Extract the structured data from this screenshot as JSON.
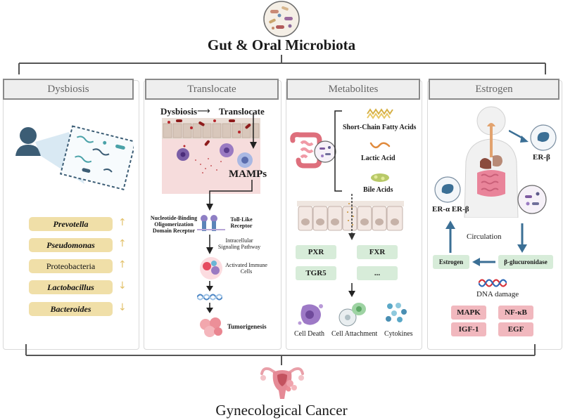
{
  "title": "Gut & Oral Microbiota",
  "footer_title": "Gynecological Cancer",
  "panels": {
    "dysbiosis": {
      "header": "Dysbiosis",
      "taxa": [
        {
          "name": "Prevotella",
          "italic": true,
          "trend": "up"
        },
        {
          "name": "Pseudomonas",
          "italic": true,
          "trend": "up"
        },
        {
          "name": "Proteobacteria",
          "italic": false,
          "trend": "up"
        },
        {
          "name": "Lactobacillus",
          "italic": true,
          "trend": "down"
        },
        {
          "name": "Bacteroides",
          "italic": true,
          "trend": "down"
        }
      ]
    },
    "translocate": {
      "header": "Translocate",
      "flow_from": "Dysbiosis",
      "flow_to": "Translocate",
      "mamps": "MAMPs",
      "receptor_left": "Nucleotide-Binding Oligomerization Domain Receptor",
      "receptor_right": "Toll-Like Receptor",
      "pathway": "Intracellular Signaling Pathway",
      "immune": "Activated Immune Cells",
      "tumor": "Tumorigenesis"
    },
    "metabolites": {
      "header": "Metabolites",
      "items": [
        "Short-Chain Fatty Acids",
        "Lactic Acid",
        "Bile Acids"
      ],
      "receptors": [
        "PXR",
        "FXR",
        "TGR5",
        "..."
      ],
      "outcomes": [
        "Cell Death",
        "Cell Attachment",
        "Cytokines"
      ]
    },
    "estrogen": {
      "header": "Estrogen",
      "er_beta": "ER-β",
      "er_alpha_beta": "ER-α ER-β",
      "circulation": "Circulation",
      "estrogen_box": "Estrogen",
      "enzyme_box": "β-glucuronidase",
      "dna_damage": "DNA damage",
      "pathways": [
        "MAPK",
        "NF-κB",
        "IGF-1",
        "EGF"
      ]
    }
  },
  "colors": {
    "pill": "#f0dfa8",
    "green": "#d7ecd9",
    "pink": "#f1b8be",
    "arrow_blue": "#3b6f95"
  }
}
